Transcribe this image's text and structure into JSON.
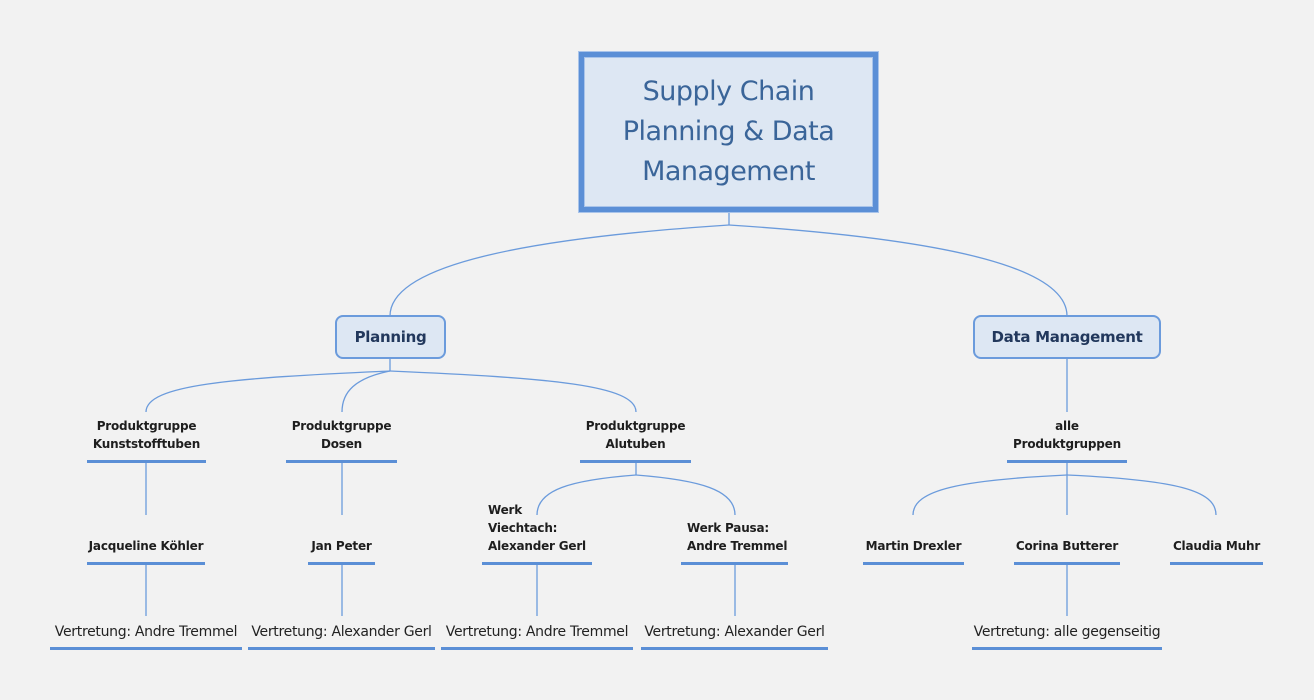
{
  "diagram": {
    "root": {
      "label": "Supply Chain\nPlanning & Data\nManagement"
    },
    "branches": {
      "planning": {
        "label": "Planning"
      },
      "data_management": {
        "label": "Data Management"
      }
    },
    "planning_groups": [
      {
        "label": "Produktgruppe\nKunststofftuben"
      },
      {
        "label": "Produktgruppe\nDosen"
      },
      {
        "label": "Produktgruppe\nAlutuben"
      }
    ],
    "data_groups": [
      {
        "label": "alle\nProduktgruppen"
      }
    ],
    "people": {
      "kunststofftuben": "Jacqueline Köhler",
      "dosen": "Jan Peter",
      "alutuben_viechtach": "Werk Viechtach:\nAlexander Gerl",
      "alutuben_pausa": "Werk Pausa:\nAndre Tremmel",
      "data_1": "Martin Drexler",
      "data_2": "Corina Butterer",
      "data_3": "Claudia Muhr"
    },
    "deputies": {
      "kunststofftuben": "Vertretung: Andre Tremmel",
      "dosen": "Vertretung: Alexander Gerl",
      "alutuben_viechtach": "Vertretung: Andre Tremmel",
      "alutuben_pausa": "Vertretung: Alexander Gerl",
      "data": "Vertretung: alle gegenseitig"
    }
  },
  "colors": {
    "background": "#f2f2f2",
    "node_fill": "#dde7f3",
    "accent_blue": "#5b8fd6",
    "connector": "#6b9bdc",
    "root_text": "#3a6599",
    "branch_text": "#22385c"
  }
}
